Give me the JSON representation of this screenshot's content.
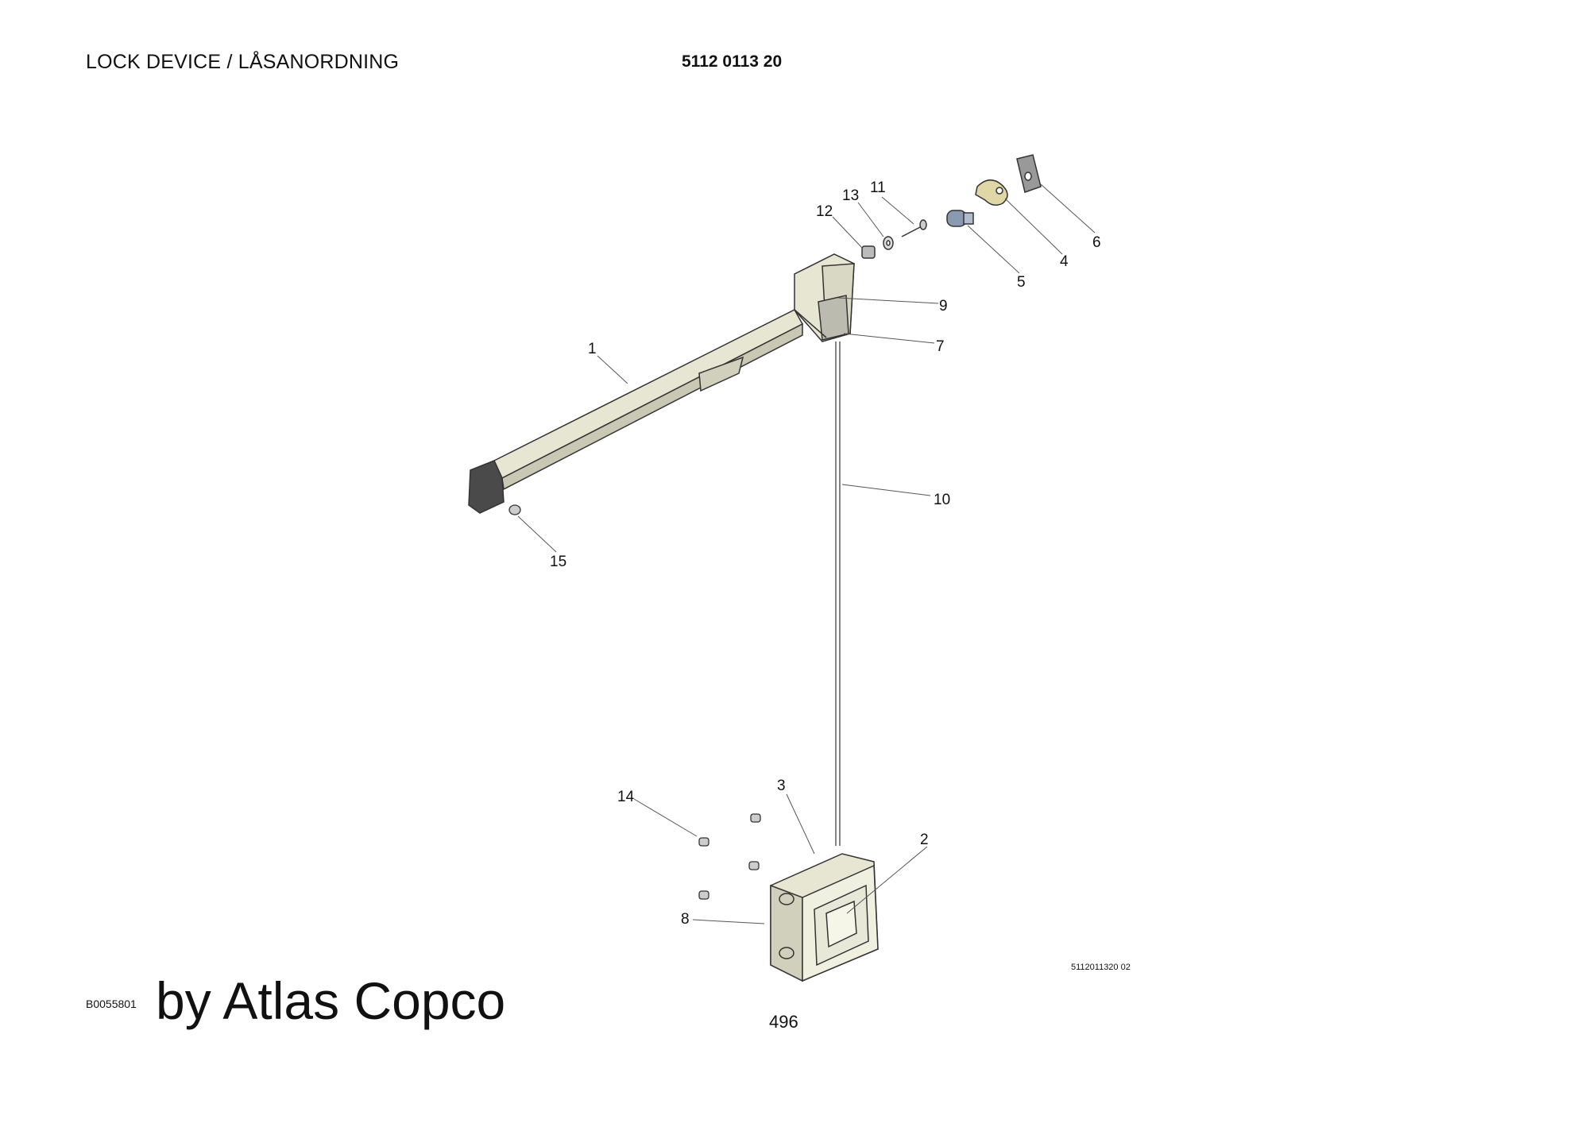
{
  "header": {
    "title": "LOCK DEVICE / LÅSANORDNING",
    "part_number": "5112 0113 20"
  },
  "diagram": {
    "callouts": [
      {
        "id": "c1",
        "text": "1"
      },
      {
        "id": "c2",
        "text": "2"
      },
      {
        "id": "c3",
        "text": "3"
      },
      {
        "id": "c4",
        "text": "4"
      },
      {
        "id": "c5",
        "text": "5"
      },
      {
        "id": "c6",
        "text": "6"
      },
      {
        "id": "c7",
        "text": "7"
      },
      {
        "id": "c8",
        "text": "8"
      },
      {
        "id": "c9",
        "text": "9"
      },
      {
        "id": "c10",
        "text": "10"
      },
      {
        "id": "c11",
        "text": "11"
      },
      {
        "id": "c12",
        "text": "12"
      },
      {
        "id": "c13",
        "text": "13"
      },
      {
        "id": "c14",
        "text": "14"
      },
      {
        "id": "c15",
        "text": "15"
      }
    ],
    "reference_code": "5112011320 02"
  },
  "footer": {
    "doc_id": "B0055801",
    "brand": "by Atlas Copco",
    "page": "496"
  },
  "colors": {
    "part_fill": "#e6e6d2",
    "part_dark": "#555555",
    "brass": "#e0d6a6",
    "line": "#333333"
  }
}
